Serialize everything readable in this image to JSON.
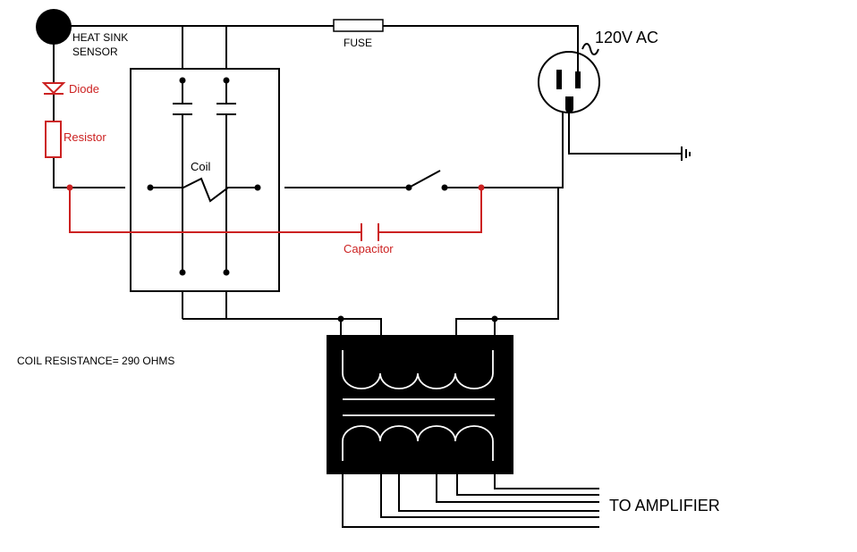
{
  "labels": {
    "heat_sink_line1": "HEAT SINK",
    "heat_sink_line2": "SENSOR",
    "fuse": "FUSE",
    "supply": "120V AC",
    "diode": "Diode",
    "resistor": "Resistor",
    "coil": "Coil",
    "capacitor": "Capacitor",
    "coil_resistance": "COIL RESISTANCE= 290 OHMS",
    "to_amplifier": "TO AMPLIFIER"
  },
  "colors": {
    "wire": "#000000",
    "accent": "#cc2222"
  }
}
